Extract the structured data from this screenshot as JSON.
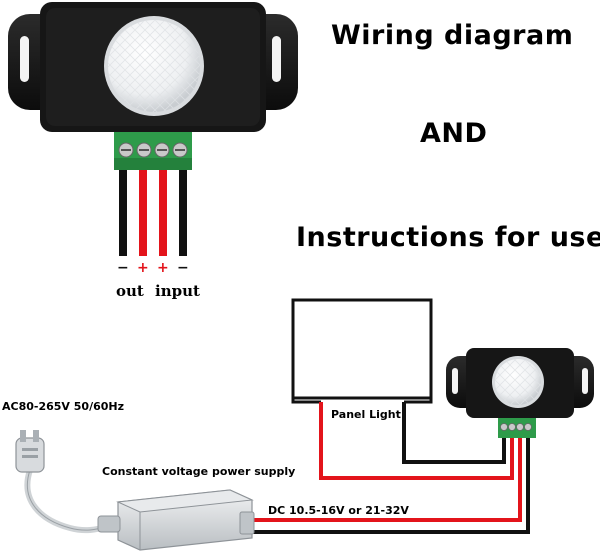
{
  "titles": {
    "line1": "Wiring diagram",
    "line2": "AND",
    "line3": "Instructions for use"
  },
  "wire_labels": {
    "polarity": [
      "−",
      "+",
      "+",
      "−"
    ],
    "out": "out",
    "input": "input"
  },
  "diagram_labels": {
    "ac_input": "AC80-265V 50/60Hz",
    "power_supply": "Constant voltage power supply",
    "panel_light": "Panel Light",
    "dc_output": "DC 10.5-16V or 21-32V"
  },
  "colors": {
    "sensor_body": "#141414",
    "terminal_green": "#2e9b4a",
    "wire_red": "#e3141b",
    "wire_black": "#111111",
    "psu_silver": "#cfd3d6"
  }
}
